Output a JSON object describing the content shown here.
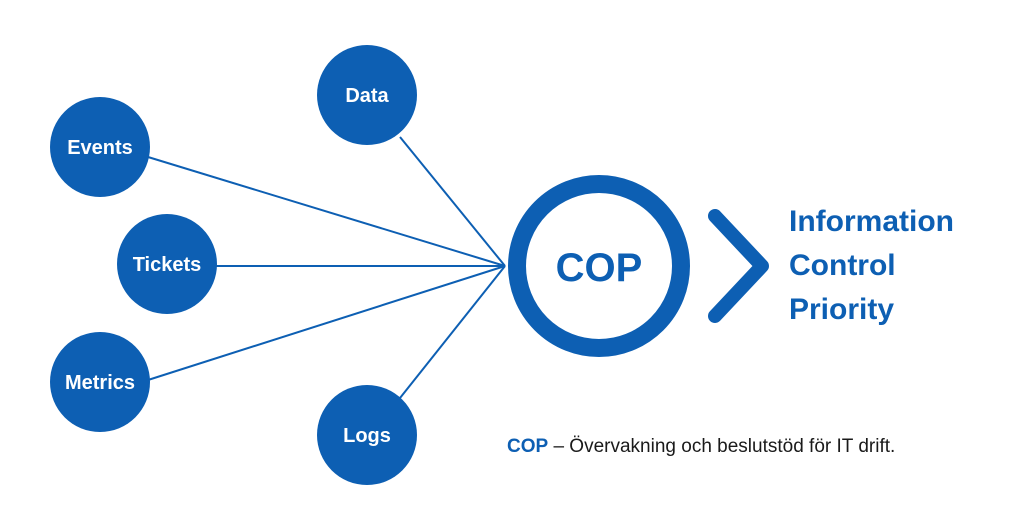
{
  "colors": {
    "primary": "#0d5fb3",
    "text": "#1a1a1a",
    "background": "#ffffff"
  },
  "sources": [
    {
      "key": "events",
      "label": "Events"
    },
    {
      "key": "tickets",
      "label": "Tickets"
    },
    {
      "key": "metrics",
      "label": "Metrics"
    },
    {
      "key": "data",
      "label": "Data"
    },
    {
      "key": "logs",
      "label": "Logs"
    }
  ],
  "hub": {
    "label": "COP"
  },
  "outcomes": [
    "Information",
    "Control",
    "Priority"
  ],
  "caption": {
    "term": "COP",
    "text": " – Övervakning och beslutstöd för IT drift."
  }
}
